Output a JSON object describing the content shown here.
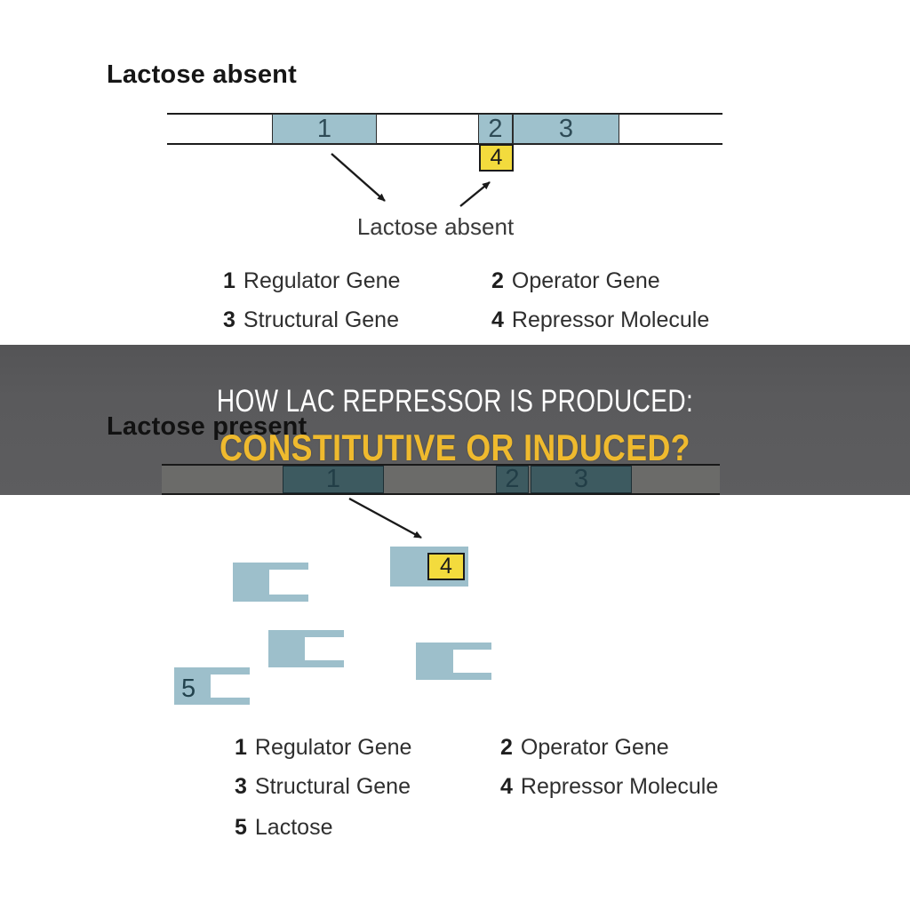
{
  "colors": {
    "banner_background": "#59595B",
    "banner_title": "#FFFFFF",
    "banner_subtitle": "#EFBA2E",
    "gene_box_blue": "#9EC1CC",
    "gene_box_dimmed_teal": "#3D5A60",
    "repressor_yellow": "#F3DB3D",
    "lactose_molecule_blue": "#9DBFCB",
    "dna_line": "#1C1C1C",
    "text_dark": "#2F2F2F"
  },
  "banner": {
    "title": "HOW LAC REPRESSOR IS PRODUCED:",
    "subtitle": "CONSTITUTIVE OR INDUCED?"
  },
  "section_absent": {
    "heading": "Lactose absent",
    "callout": "Lactose absent",
    "dna": {
      "segments": [
        {
          "num": "1"
        },
        {
          "num": "2"
        },
        {
          "num": "3"
        }
      ],
      "repressor_num": "4"
    },
    "legend": [
      {
        "num": "1",
        "label": "Regulator Gene"
      },
      {
        "num": "2",
        "label": "Operator Gene"
      },
      {
        "num": "3",
        "label": "Structural Gene"
      },
      {
        "num": "4",
        "label": "Repressor Molecule"
      }
    ]
  },
  "section_present": {
    "heading": "Lactose present",
    "dna": {
      "segments": [
        {
          "num": "1"
        },
        {
          "num": "2"
        },
        {
          "num": "3"
        }
      ],
      "repressor_num": "4",
      "lactose_num": "5"
    },
    "legend": [
      {
        "num": "1",
        "label": "Regulator Gene"
      },
      {
        "num": "2",
        "label": "Operator Gene"
      },
      {
        "num": "3",
        "label": "Structural Gene"
      },
      {
        "num": "4",
        "label": "Repressor Molecule"
      },
      {
        "num": "5",
        "label": "Lactose"
      }
    ]
  }
}
